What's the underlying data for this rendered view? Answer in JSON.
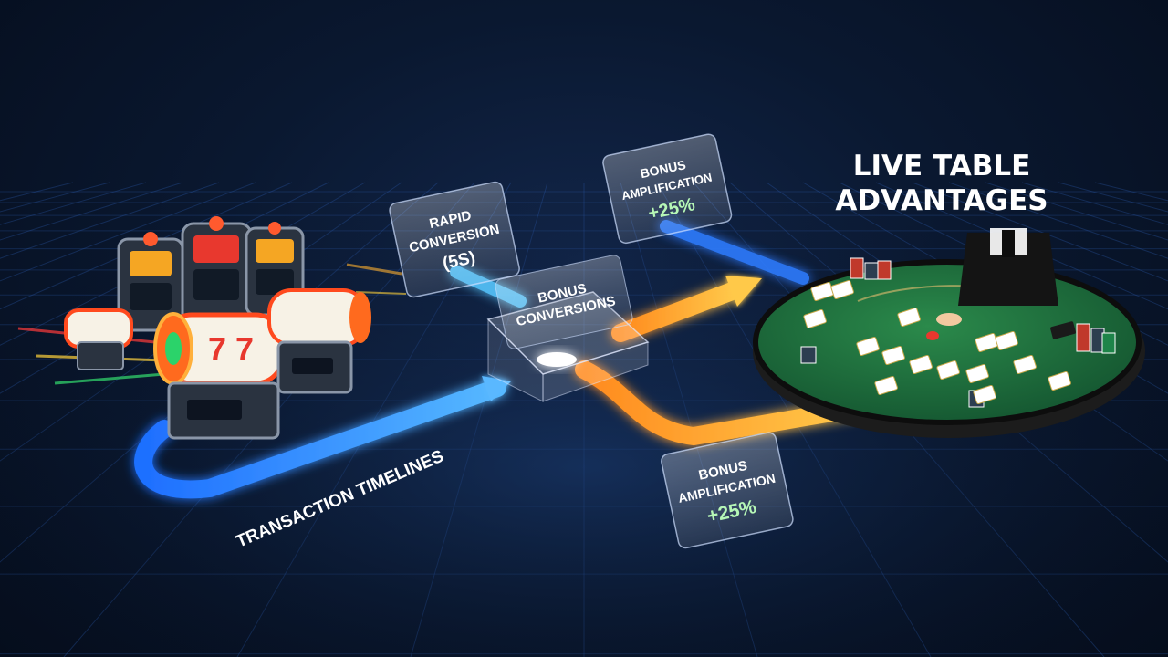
{
  "title": {
    "line1": "LIVE TABLE",
    "line2": "ADVANTAGES"
  },
  "cards": {
    "rapid": {
      "line1": "RAPID",
      "line2": "CONVERSION",
      "line3": "(5s)"
    },
    "bonus_top": {
      "line1": "BONUS",
      "line2": "AMPLIFICATION",
      "line3": "+25%"
    },
    "bonus_bottom": {
      "line1": "BONUS",
      "line2": "AMPLIFICATION",
      "line3": "+25%"
    },
    "hub": {
      "line1": "BONUS",
      "line2": "CONVERSIONS"
    }
  },
  "flow_label": "TRANSACTION TIMELINES",
  "colors": {
    "blue_flow": "#2f8cff",
    "orange_flow": "#ffb02e",
    "felt": "#1f6b3a",
    "accent_green": "#b6f7b6"
  },
  "icons": [
    "slot-machine-icon",
    "reel-icon",
    "blackjack-table-icon",
    "dealer-icon",
    "chip-stack-icon",
    "playing-card-icon"
  ]
}
